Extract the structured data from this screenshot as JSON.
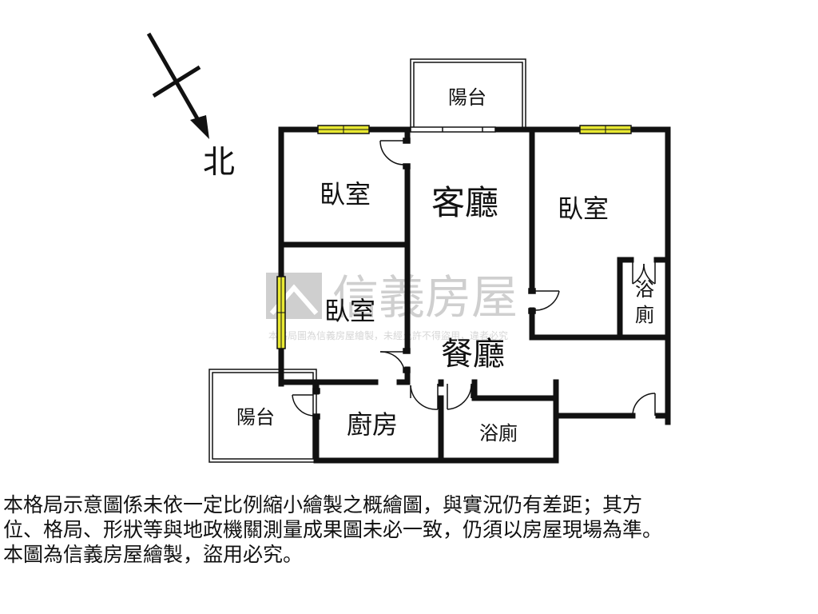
{
  "compass": {
    "label": "北"
  },
  "rooms": {
    "balcony_top": "陽台",
    "bedroom_top_left": "臥室",
    "living_room": "客廳",
    "bedroom_right": "臥室",
    "bath_right_line1": "浴",
    "bath_right_line2": "廁",
    "bedroom_mid_left": "臥室",
    "dining_room": "餐廳",
    "balcony_bottom": "陽台",
    "kitchen": "廚房",
    "bath_bottom": "浴廁"
  },
  "watermark": {
    "brand": "信義房屋",
    "note": "本格局圖為信義房屋繪製，未經允許不得盜用，違者必究"
  },
  "disclaimer": {
    "line1": "本格局示意圖係未依一定比例縮小繪製之概繪圖，與實況仍有差距；其方",
    "line2": "位、格局、形狀等與地政機關測量成果圖未必一致，仍須以房屋現場為準。",
    "line3": "本圖為信義房屋繪製，盜用必究。"
  },
  "colors": {
    "wall": "#111111",
    "window": "#e8e832",
    "watermark": "#cfcfcf"
  }
}
